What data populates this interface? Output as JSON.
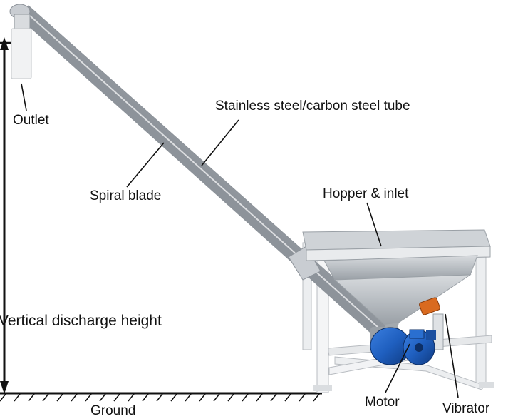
{
  "labels": {
    "outlet": "Outlet",
    "tube": "Stainless steel/carbon steel tube",
    "spiral_blade": "Spiral blade",
    "hopper": "Hopper & inlet",
    "height": "Vertical discharge height",
    "ground": "Ground",
    "motor": "Motor",
    "vibrator": "Vibrator"
  },
  "colors": {
    "steel_light": "#eef0f2",
    "steel_mid": "#c3c7cc",
    "steel_dark": "#8d939a",
    "motor_blue": "#1f5fbf",
    "vibrator_orange": "#d96a1f",
    "frame_white": "#f4f5f6",
    "line": "#111111"
  }
}
